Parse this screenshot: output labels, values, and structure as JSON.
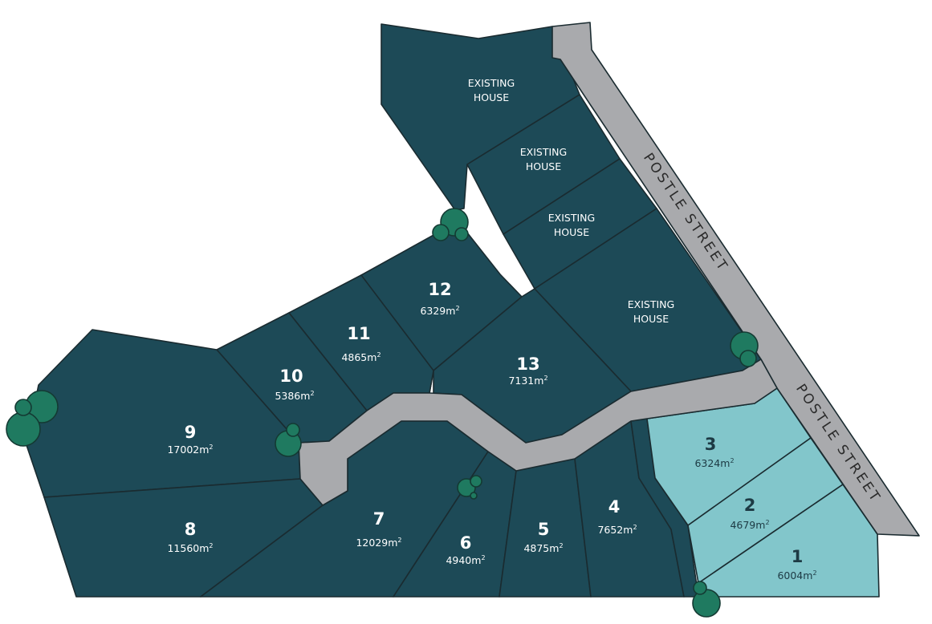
{
  "map": {
    "colors": {
      "lot_available_dark": "#1d4a57",
      "lot_highlight_light": "#82c6cb",
      "road": "#a9aaad",
      "tree": "#1f7a60",
      "outline": "#1a2b30"
    },
    "streets": [
      {
        "name": "POSTLE STREET"
      },
      {
        "name": "POSTLE STREET"
      }
    ],
    "existing_houses": [
      {
        "label_line1": "EXISTING",
        "label_line2": "HOUSE"
      },
      {
        "label_line1": "EXISTING",
        "label_line2": "HOUSE"
      },
      {
        "label_line1": "EXISTING",
        "label_line2": "HOUSE"
      },
      {
        "label_line1": "EXISTING",
        "label_line2": "HOUSE"
      }
    ],
    "lots": [
      {
        "number": "1",
        "area": "6004",
        "unit": "m",
        "sup": "2",
        "highlight": true
      },
      {
        "number": "2",
        "area": "4679",
        "unit": "m",
        "sup": "2",
        "highlight": true
      },
      {
        "number": "3",
        "area": "6324",
        "unit": "m",
        "sup": "2",
        "highlight": true
      },
      {
        "number": "4",
        "area": "7652",
        "unit": "m",
        "sup": "2",
        "highlight": false
      },
      {
        "number": "5",
        "area": "4875",
        "unit": "m",
        "sup": "2",
        "highlight": false
      },
      {
        "number": "6",
        "area": "4940",
        "unit": "m",
        "sup": "2",
        "highlight": false
      },
      {
        "number": "7",
        "area": "12029",
        "unit": "m",
        "sup": "2",
        "highlight": false
      },
      {
        "number": "8",
        "area": "11560",
        "unit": "m",
        "sup": "2",
        "highlight": false
      },
      {
        "number": "9",
        "area": "17002",
        "unit": "m",
        "sup": "2",
        "highlight": false
      },
      {
        "number": "10",
        "area": "5386",
        "unit": "m",
        "sup": "2",
        "highlight": false
      },
      {
        "number": "11",
        "area": "4865",
        "unit": "m",
        "sup": "2",
        "highlight": false
      },
      {
        "number": "12",
        "area": "6329",
        "unit": "m",
        "sup": "2",
        "highlight": false
      },
      {
        "number": "13",
        "area": "7131",
        "unit": "m",
        "sup": "2",
        "highlight": false
      }
    ]
  }
}
